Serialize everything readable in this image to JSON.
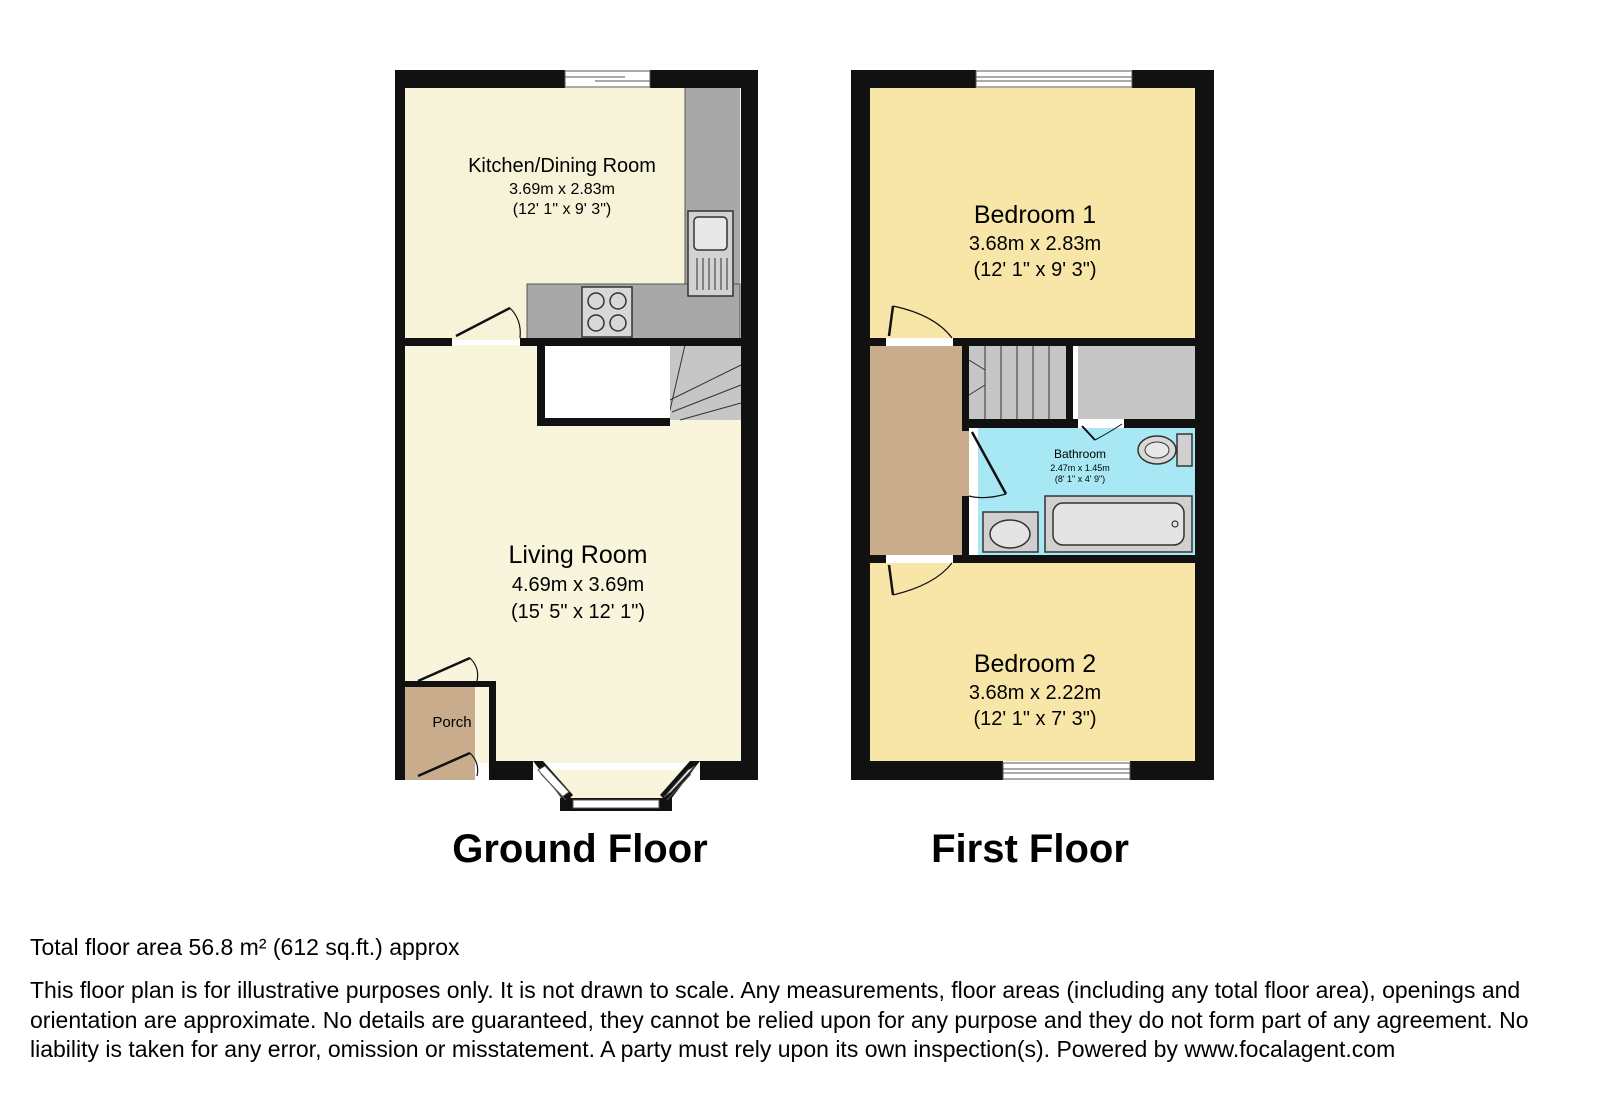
{
  "ground_floor": {
    "title": "Ground Floor",
    "kitchen": {
      "name": "Kitchen/Dining Room",
      "metric": "3.69m x 2.83m",
      "imperial": "(12' 1\" x 9' 3\")"
    },
    "living": {
      "name": "Living Room",
      "metric": "4.69m x 3.69m",
      "imperial": "(15' 5\" x 12' 1\")"
    },
    "porch": {
      "name": "Porch"
    }
  },
  "first_floor": {
    "title": "First Floor",
    "bedroom1": {
      "name": "Bedroom 1",
      "metric": "3.68m x 2.83m",
      "imperial": "(12' 1\" x 9' 3\")"
    },
    "bathroom": {
      "name": "Bathroom",
      "metric": "2.47m x 1.45m",
      "imperial": "(8' 1\" x 4' 9\")"
    },
    "bedroom2": {
      "name": "Bedroom 2",
      "metric": "3.68m x 2.22m",
      "imperial": "(12' 1\" x 7' 3\")"
    }
  },
  "footer": {
    "total_area": "Total floor area 56.8 m² (612 sq.ft.) approx",
    "disclaimer": "This floor plan is for illustrative purposes only. It is not drawn to scale. Any measurements, floor areas (including any total floor area), openings and orientation are approximate. No details are guaranteed, they cannot be relied upon for any purpose and they do not form part of any agreement. No liability is taken for any error, omission or misstatement. A party must rely upon its own inspection(s). Powered by www.focalagent.com"
  },
  "colors": {
    "wall": "#111111",
    "kitchen_fill": "#f7f3d8",
    "living_fill": "#f8f5dc",
    "bedroom_fill": "#f8e6a8",
    "bathroom_fill": "#a8e8f4",
    "porch_fill": "#c8ac8c",
    "landing_fill": "#c8ac8c",
    "counter_fill": "#a8a8a8",
    "stairs_fill": "#c6c6c6"
  }
}
